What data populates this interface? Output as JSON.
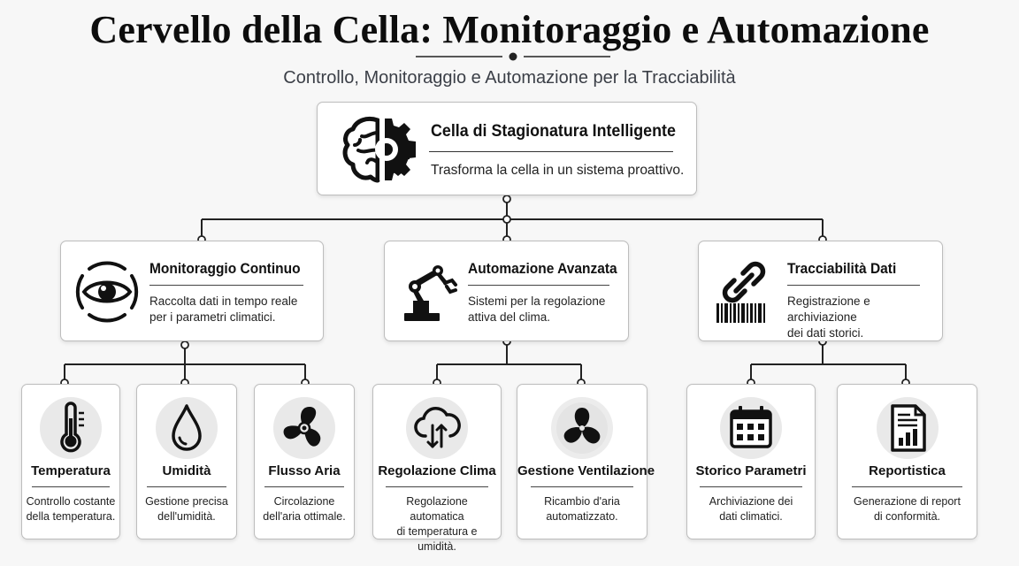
{
  "title": "Cervello della Cella: Monitoraggio e Automazione",
  "subtitle": "Controllo, Monitoraggio e Automazione per la Tracciabilità",
  "root": {
    "title": "Cella di Stagionatura Intelligente",
    "description": "Trasforma la cella in un sistema proattivo.",
    "icon": "brain-gear-icon"
  },
  "branches": [
    {
      "title": "Monitoraggio Continuo",
      "description_lines": [
        "Raccolta dati in tempo reale",
        "per i parametri climatici."
      ],
      "icon": "eye-sensor-icon",
      "children": [
        {
          "title": "Temperatura",
          "description_lines": [
            "Controllo costante",
            "della temperatura."
          ],
          "icon": "thermometer-icon"
        },
        {
          "title": "Umidità",
          "description_lines": [
            "Gestione precisa",
            "dell'umidità."
          ],
          "icon": "water-drop-icon"
        },
        {
          "title": "Flusso Aria",
          "description_lines": [
            "Circolazione",
            "dell'aria ottimale."
          ],
          "icon": "fan-icon"
        }
      ]
    },
    {
      "title": "Automazione Avanzata",
      "description_lines": [
        "Sistemi per la regolazione",
        "attiva del clima."
      ],
      "icon": "robot-arm-icon",
      "children": [
        {
          "title": "Regolazione Clima",
          "description_lines": [
            "Regolazione automatica",
            "di temperatura e umidità."
          ],
          "icon": "cloud-sync-icon"
        },
        {
          "title": "Gestione Ventilazione",
          "description_lines": [
            "Ricambio d'aria",
            "automatizzato."
          ],
          "icon": "propeller-icon"
        }
      ]
    },
    {
      "title": "Tracciabilità Dati",
      "description_lines": [
        "Registrazione e archiviazione",
        "dei dati storici."
      ],
      "icon": "chain-barcode-icon",
      "children": [
        {
          "title": "Storico Parametri",
          "description_lines": [
            "Archiviazione dei",
            "dati climatici."
          ],
          "icon": "calendar-icon"
        },
        {
          "title": "Reportistica",
          "description_lines": [
            "Generazione di report",
            "di conformità."
          ],
          "icon": "report-chart-icon"
        }
      ]
    }
  ]
}
